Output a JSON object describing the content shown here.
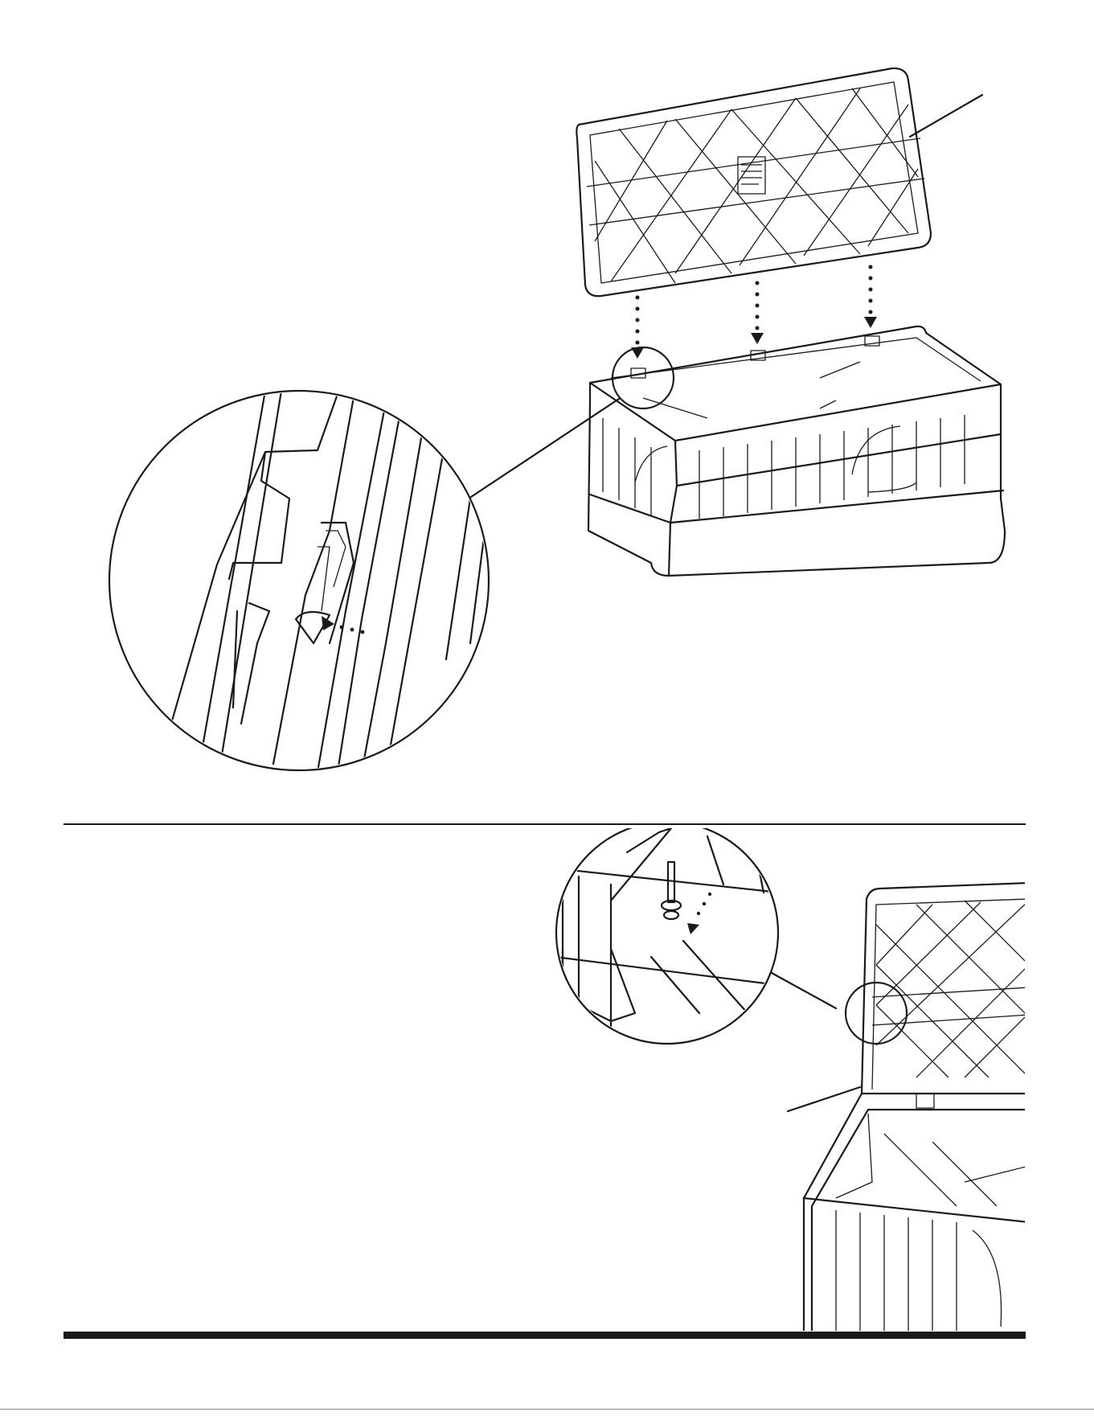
{
  "page": {
    "sections": [
      {
        "id": "step-lid-placement",
        "content": "illustration"
      },
      {
        "id": "step-pin-insert",
        "content": "illustration"
      }
    ]
  },
  "illustrations": {
    "lid_to_base": {
      "icon": "lid-to-base-diagram",
      "arrows": 3
    },
    "hinge_detail": {
      "icon": "hinge-detail-magnifier"
    },
    "pin_detail": {
      "icon": "pin-insert-magnifier"
    },
    "open_box": {
      "icon": "open-box-diagram"
    }
  },
  "colors": {
    "ink": "#1a1a1a",
    "paper": "#ffffff"
  }
}
